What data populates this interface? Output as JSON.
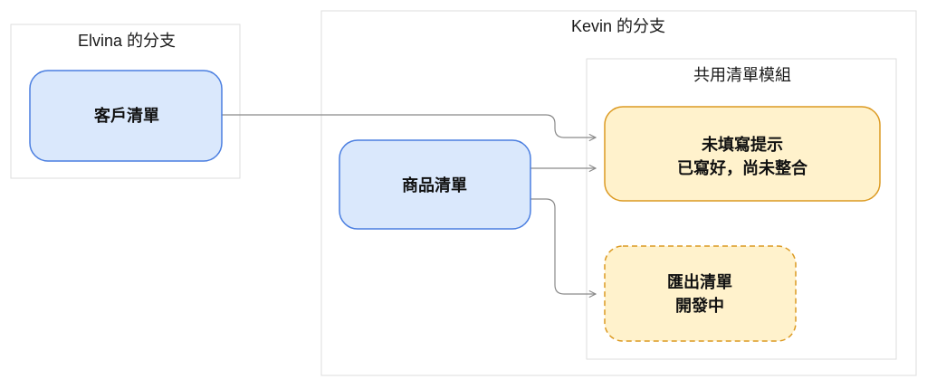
{
  "groups": {
    "elvina": {
      "title": "Elvina 的分支"
    },
    "kevin": {
      "title": "Kevin 的分支"
    },
    "shared": {
      "title": "共用清單模組"
    }
  },
  "nodes": {
    "customer_list": {
      "label": "客戶清單"
    },
    "product_list": {
      "label": "商品清單"
    },
    "validation": {
      "lines": [
        "未填寫提示",
        "已寫好，尚未整合"
      ]
    },
    "export": {
      "lines": [
        "匯出清單",
        "開發中"
      ]
    }
  },
  "colors": {
    "blue_fill": "#dae8fc",
    "blue_stroke": "#4a7ee0",
    "orange_fill": "#fff2cc",
    "orange_stroke": "#dc9a22",
    "edge": "#8a8a8a",
    "group_border": "#dedede"
  }
}
